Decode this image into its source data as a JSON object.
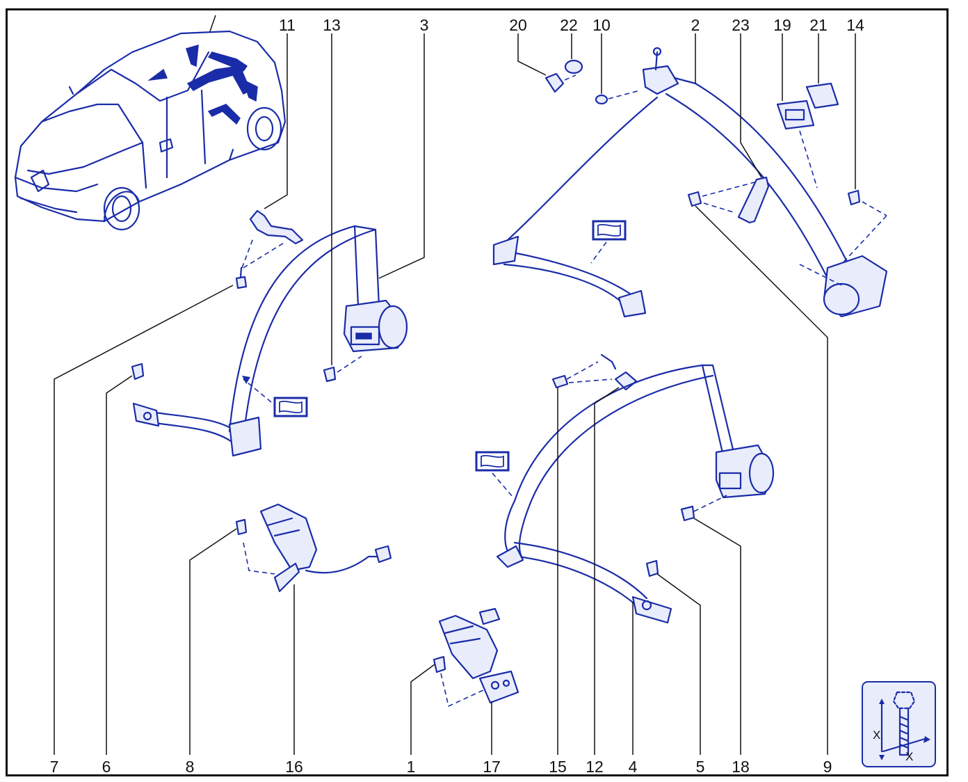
{
  "callouts": {
    "top": [
      "11",
      "13",
      "3",
      "20",
      "22",
      "10",
      "2",
      "23",
      "19",
      "21",
      "14"
    ],
    "bottom": [
      "7",
      "6",
      "8",
      "16",
      "1",
      "17",
      "15",
      "12",
      "4",
      "5",
      "18",
      "9"
    ]
  },
  "torque_symbol": {
    "dimension_label": "X"
  },
  "colors": {
    "line_art": "#1a2ca8",
    "frame": "#111111",
    "background": "#ffffff"
  }
}
